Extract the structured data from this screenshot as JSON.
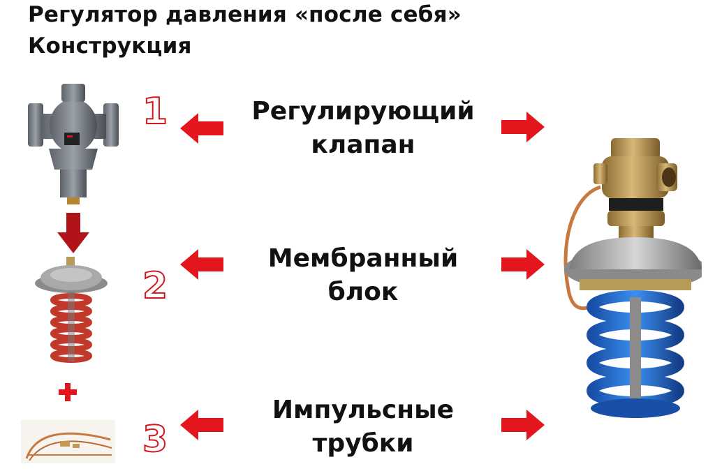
{
  "title": {
    "line1": "Регулятор давления «после себя»",
    "line2": "Конструкция"
  },
  "parts": [
    {
      "number": "1",
      "label_line1": "Регулирующий",
      "label_line2": "клапан"
    },
    {
      "number": "2",
      "label_line1": "Мембранный",
      "label_line2": "блок"
    },
    {
      "number": "3",
      "label_line1": "Импульсные",
      "label_line2": "трубки"
    }
  ],
  "colors": {
    "arrow_red": "#e3161d",
    "dark_red_arrow": "#b01418",
    "spring_blue": "#2a6fd6",
    "spring_red": "#c0392b",
    "copper": "#c8793f",
    "brass": "#c49a52"
  },
  "icons": [
    "valve-body-image",
    "membrane-block-image",
    "impulse-tubes-image",
    "assembled-regulator-image",
    "plus-icon",
    "down-arrow-icon"
  ]
}
